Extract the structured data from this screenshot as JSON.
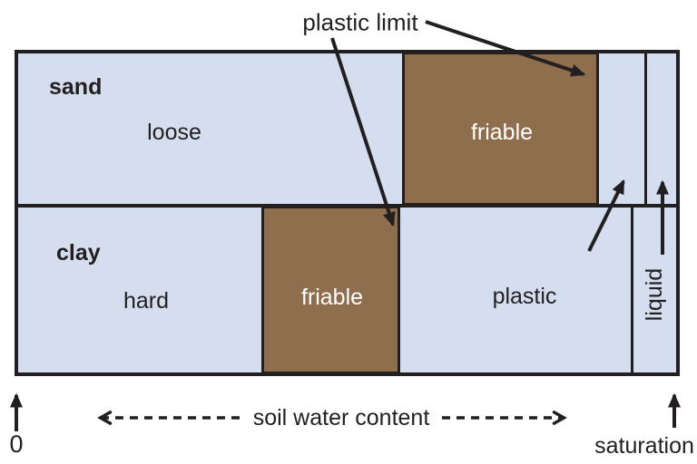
{
  "diagram": {
    "plastic_limit": "plastic limit",
    "sand": {
      "name": "sand",
      "loose": "loose",
      "friable": "friable"
    },
    "clay": {
      "name": "clay",
      "hard": "hard",
      "friable": "friable",
      "plastic": "plastic",
      "liquid": "liquid"
    },
    "axis": {
      "zero": "0",
      "label": "soil water content",
      "saturation": "saturation"
    },
    "colors": {
      "region_fill": "#d4deef",
      "friable_fill": "#8f6e4d",
      "ink": "#231f20"
    }
  }
}
